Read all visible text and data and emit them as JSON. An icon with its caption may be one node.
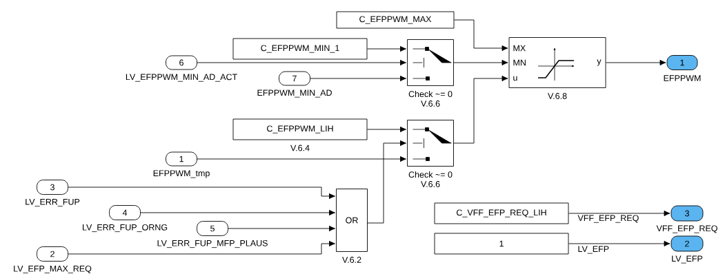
{
  "diagram": {
    "nodes": [
      {
        "text": [
          "C_EFPPWM_MAX"
        ]
      },
      {
        "text": [
          "C_EFPPWM_MIN_1"
        ]
      },
      {
        "text": [
          "6"
        ],
        "beside": [
          "LV_EFPPWM_MIN_AD_ACT"
        ]
      },
      {
        "text": [
          "7"
        ],
        "beside": [
          "EFPPWM_MIN_AD"
        ]
      },
      {
        "text": [],
        "shape": "box",
        "beside": [
          "Check ~= 0",
          "V.6.6"
        ]
      },
      {
        "text": [
          "MX",
          "MN",
          "u",
          "y"
        ],
        "beside": [
          "V.6.8"
        ]
      },
      {
        "text": [
          "1"
        ],
        "beside": [
          "EFPPWM"
        ]
      },
      {
        "text": [
          "C_EFPPWM_LIH"
        ],
        "beside": [
          "V.6.4"
        ]
      },
      {
        "text": [
          "1"
        ],
        "beside": [
          "EFPPWM_tmp"
        ]
      },
      {
        "text": [],
        "shape": "box",
        "beside": [
          "Check ~= 0",
          "V.6.6"
        ]
      },
      {
        "text": [
          "3"
        ],
        "beside": [
          "LV_ERR_FUP"
        ]
      },
      {
        "text": [
          "4"
        ],
        "beside": [
          "LV_ERR_FUP_ORNG"
        ]
      },
      {
        "text": [
          "5"
        ],
        "beside": [
          "LV_ERR_FUP_MFP_PLAUS"
        ]
      },
      {
        "text": [
          "OR"
        ],
        "beside": [
          "V.6.2"
        ]
      },
      {
        "text": [
          "2"
        ],
        "beside": [
          "LV_EFP_MAX_REQ"
        ]
      },
      {
        "text": [
          "C_VFF_EFP_REQ_LIH"
        ]
      },
      {
        "text": [
          "3"
        ],
        "beside": [
          "VFF_EFP_REQ"
        ]
      },
      {
        "text": [
          "1"
        ]
      },
      {
        "text": [
          "2"
        ],
        "beside": [
          "LV_EFP"
        ]
      }
    ],
    "edges": [
      {
        "from": 0,
        "to": 5,
        "arrow": "to"
      },
      {
        "from": 1,
        "to": 4,
        "arrow": "to"
      },
      {
        "from": 2,
        "to": 4,
        "arrow": "to"
      },
      {
        "from": 3,
        "to": 4,
        "arrow": "to"
      },
      {
        "from": 4,
        "to": 5,
        "arrow": "to"
      },
      {
        "from": 9,
        "to": 5,
        "arrow": "to"
      },
      {
        "from": 5,
        "to": 6,
        "arrow": "to"
      },
      {
        "from": 7,
        "to": 9,
        "arrow": "to"
      },
      {
        "from": 13,
        "to": 9,
        "arrow": "to"
      },
      {
        "from": 8,
        "to": 9,
        "arrow": "to"
      },
      {
        "from": 10,
        "to": 13,
        "arrow": "to"
      },
      {
        "from": 11,
        "to": 13,
        "arrow": "to"
      },
      {
        "from": 12,
        "to": 13,
        "arrow": "to"
      },
      {
        "from": 14,
        "to": 13,
        "arrow": "to"
      },
      {
        "from": 15,
        "to": 16,
        "label": "VFF_EFP_REQ",
        "arrow": "to"
      },
      {
        "from": 17,
        "to": 18,
        "label": "LV_EFP",
        "arrow": "to"
      }
    ]
  }
}
